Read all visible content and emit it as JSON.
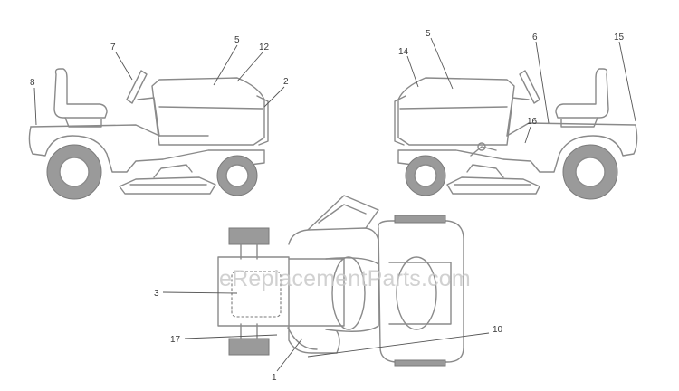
{
  "watermark": "eReplacementParts.com",
  "callouts": {
    "c1": "1",
    "c2": "2",
    "c3": "3",
    "c5_left": "5",
    "c5_right": "5",
    "c6": "6",
    "c7": "7",
    "c8": "8",
    "c10": "10",
    "c12": "12",
    "c14": "14",
    "c15": "15",
    "c16": "16",
    "c17": "17"
  }
}
